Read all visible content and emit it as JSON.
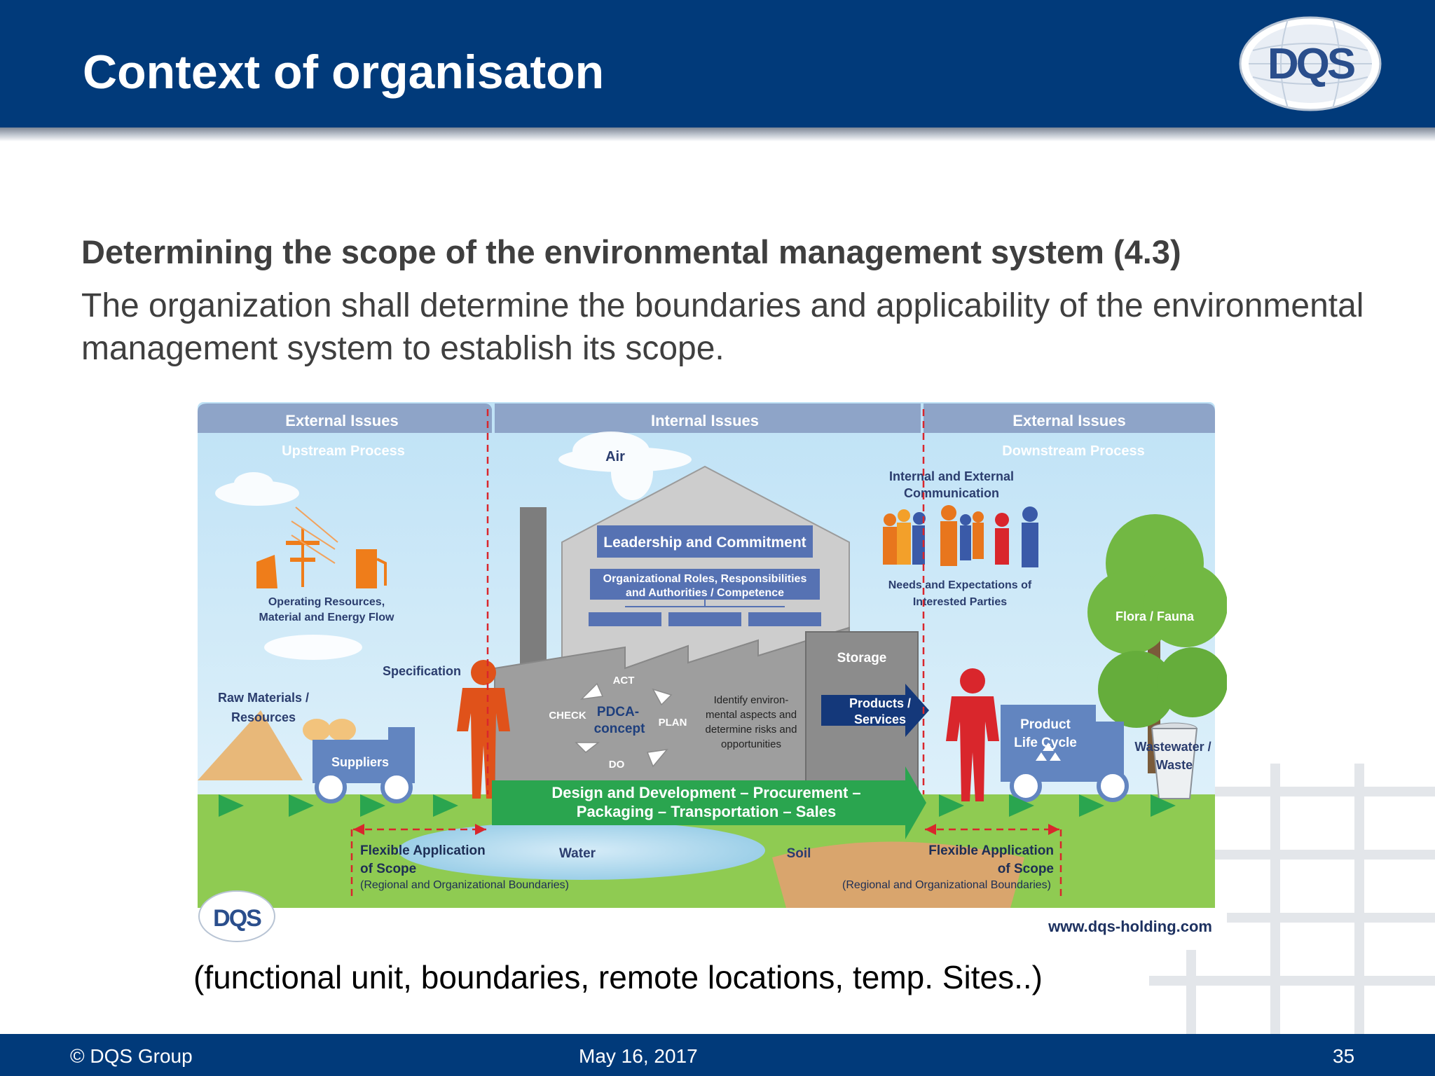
{
  "slide": {
    "title": "Context of organisaton",
    "subtitle": "Determining the scope of the environmental management system (4.3)",
    "body": "The organization shall determine the boundaries and applicability of the environmental management system to establish its scope.",
    "caption": "(functional unit, boundaries, remote  locations, temp. Sites..)"
  },
  "footer": {
    "copyright": "© DQS Group",
    "date": "May 16, 2017",
    "page": "35"
  },
  "diagram": {
    "header_external_left": "External Issues",
    "header_internal": "Internal Issues",
    "header_external_right": "External Issues",
    "upstream": "Upstream Process",
    "downstream": "Downstream Process",
    "air": "Air",
    "communication_1": "Internal and External",
    "communication_2": "Communication",
    "leadership": "Leadership and Commitment",
    "roles_1": "Organizational Roles, Responsibilities",
    "roles_2": "and Authorities / Competence",
    "resources_1": "Operating Resources,",
    "resources_2": "Material and Energy Flow",
    "needs_1": "Needs and Expectations of",
    "needs_2": "Interested Parties",
    "flora": "Flora / Fauna",
    "storage": "Storage",
    "specification": "Specification",
    "raw_1": "Raw Materials /",
    "raw_2": "Resources",
    "act": "ACT",
    "check": "CHECK",
    "pdca_1": "PDCA-",
    "pdca_2": "concept",
    "plan": "PLAN",
    "do": "DO",
    "identify_1": "Identify environ-",
    "identify_2": "mental aspects and",
    "identify_3": "determine risks and",
    "identify_4": "opportunities",
    "products_1": "Products /",
    "products_2": "Services",
    "lifecycle_1": "Product",
    "lifecycle_2": "Life Cycle",
    "wastewater": "Wastewater /",
    "waste": "Waste",
    "suppliers": "Suppliers",
    "design_1": "Design and Development – Procurement –",
    "design_2": "Packaging – Transportation – Sales",
    "flex_left_1": "Flexible Application",
    "flex_left_2": "of Scope",
    "flex_left_3": "(Regional and Organizational Boundaries)",
    "water": "Water",
    "soil": "Soil",
    "flex_right_1": "Flexible Application",
    "flex_right_2": "of Scope",
    "flex_right_3": "(Regional and Organizational Boundaries)",
    "website": "www.dqs-holding.com"
  },
  "logo_text": "DQS",
  "colors": {
    "header": "#013a7a",
    "green": "#2daa56",
    "orange": "#e8761d",
    "red": "#d9262c",
    "person_blue": "#3a5aa8"
  }
}
